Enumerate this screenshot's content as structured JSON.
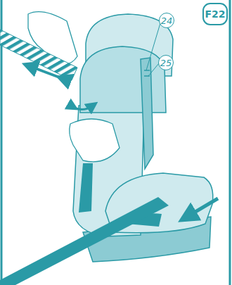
{
  "diagram": {
    "nodes": [
      {
        "text": [
          "F22"
        ]
      },
      {
        "text": [
          "24"
        ]
      },
      {
        "text": [
          "25"
        ]
      }
    ]
  }
}
